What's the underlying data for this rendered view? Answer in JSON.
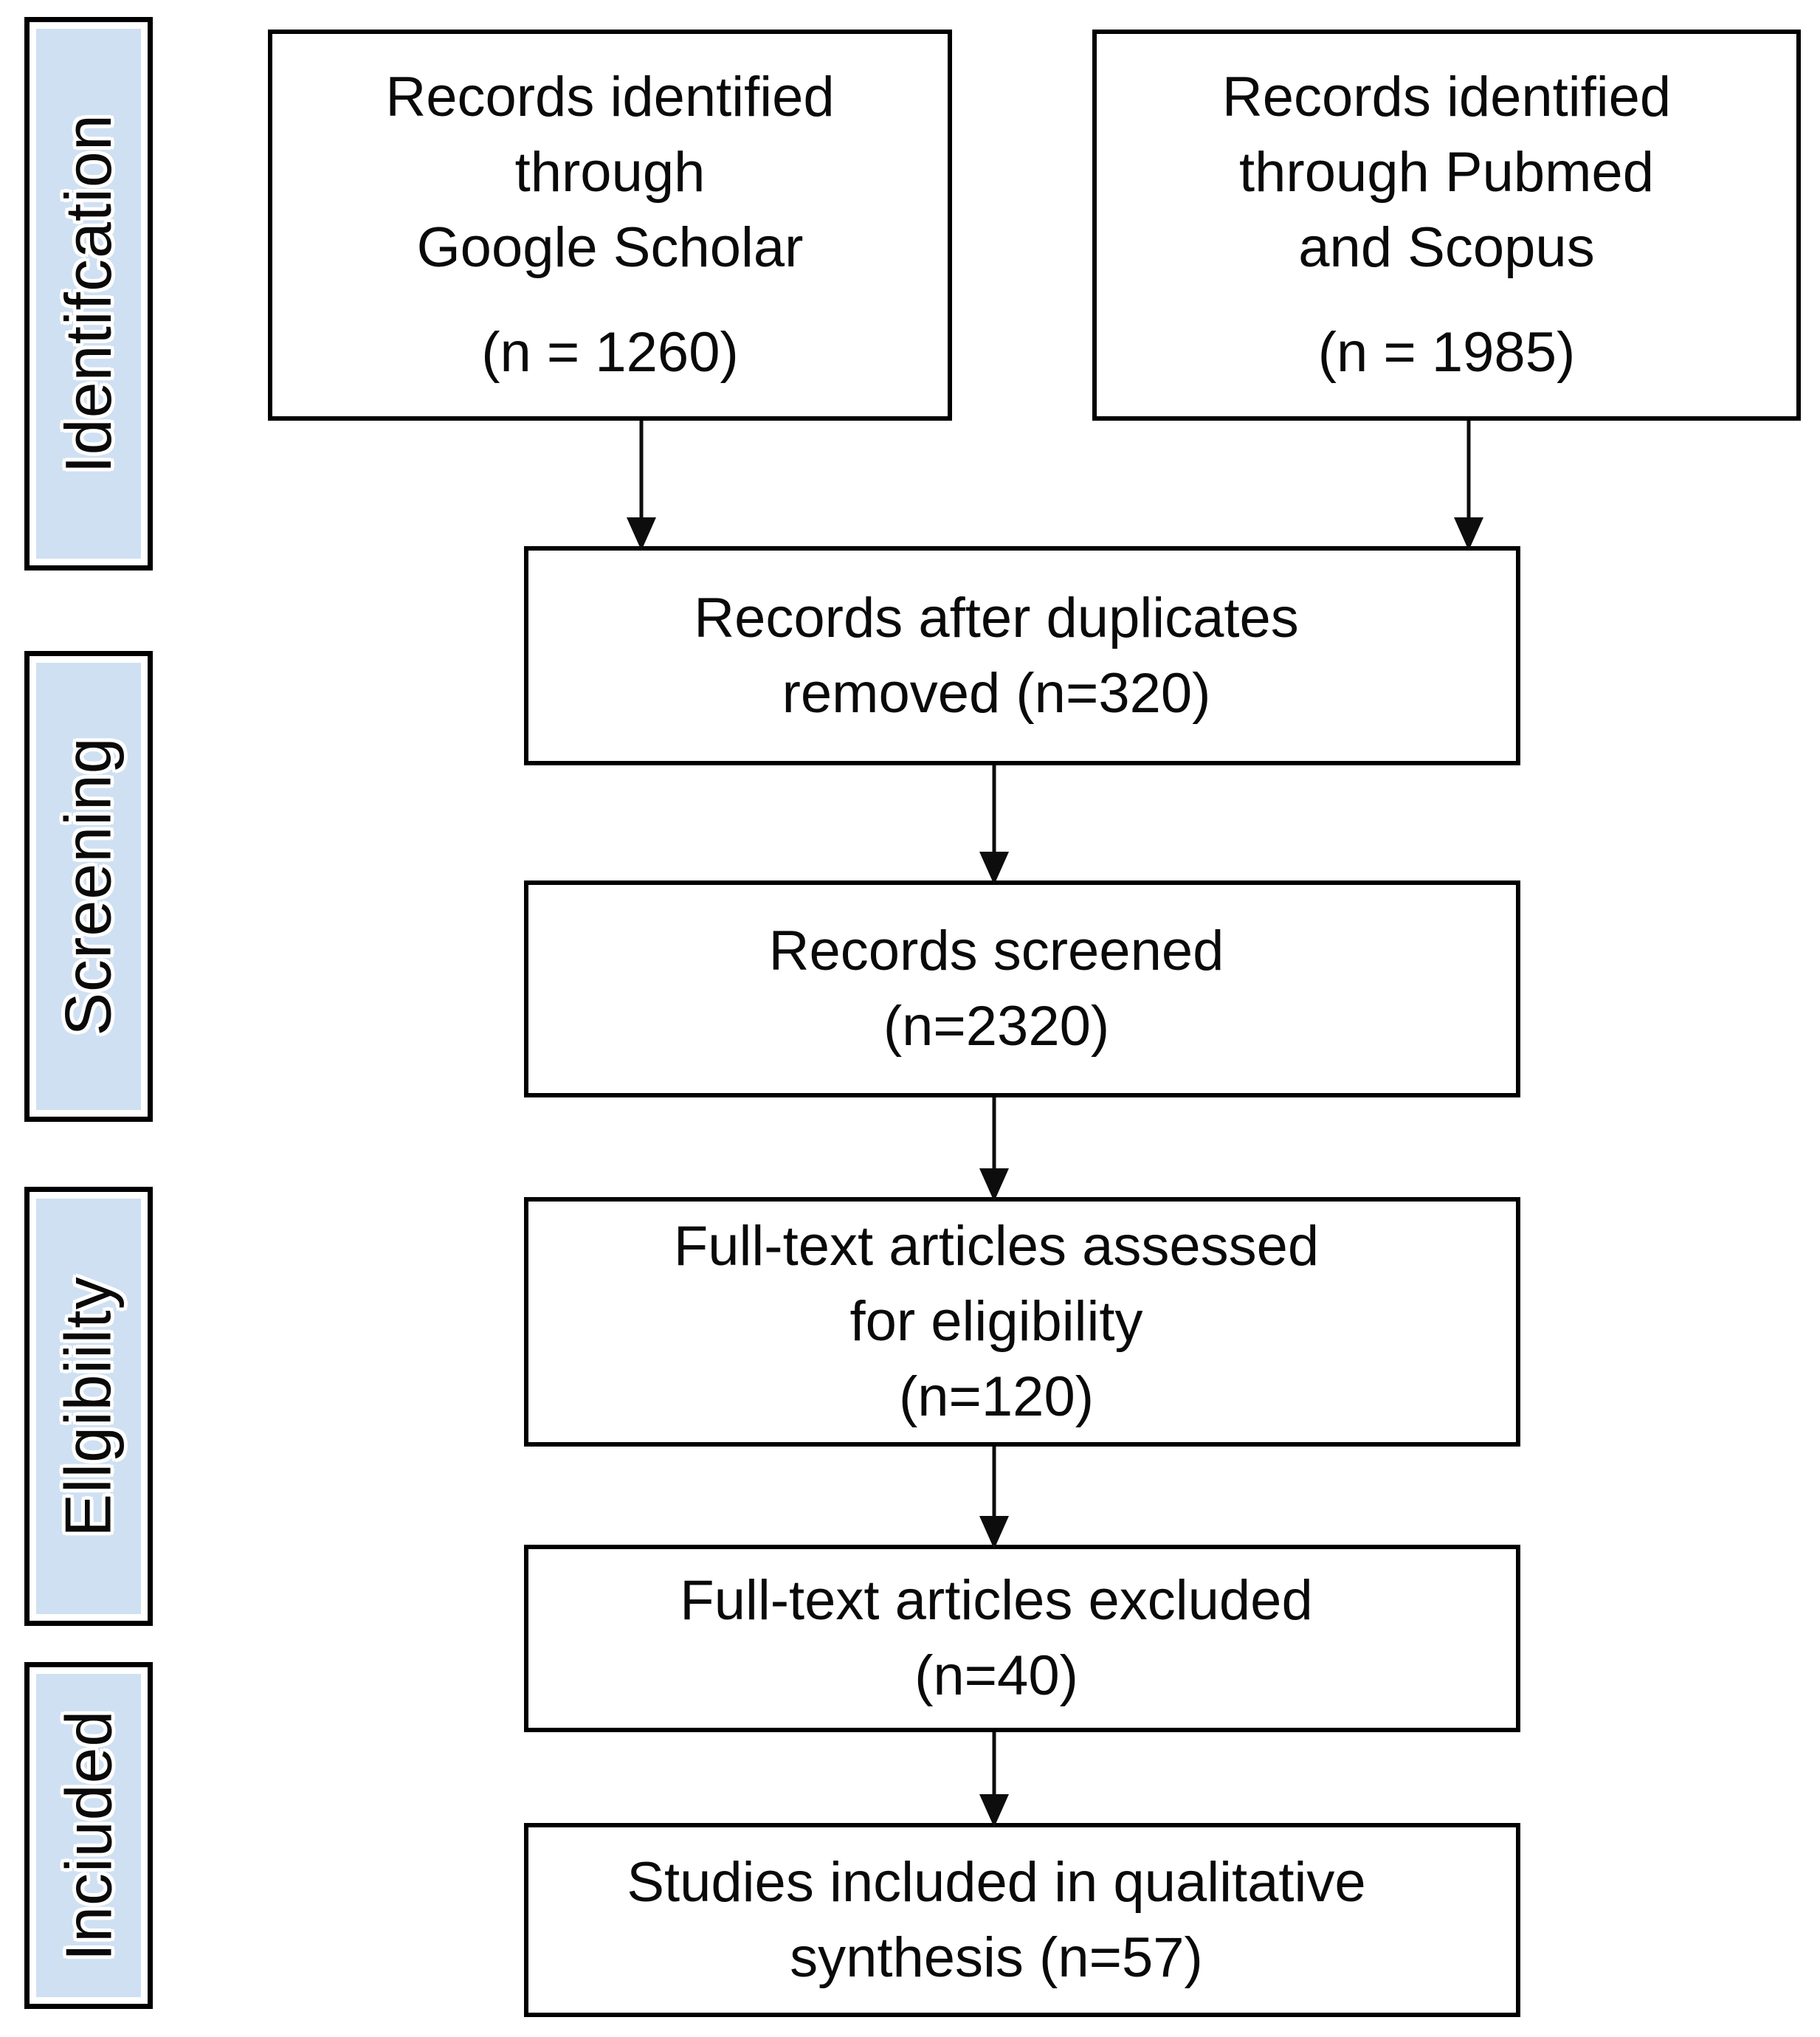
{
  "colors": {
    "background": "#ffffff",
    "stage_fill": "#cfe0f2",
    "stage_border": "#000000",
    "box_fill": "#ffffff",
    "box_border": "#000000",
    "arrow": "#0d0d0d",
    "text": "#0a0a0a"
  },
  "sidebar": {
    "stages": [
      {
        "label": "Identifcation"
      },
      {
        "label": "Screening"
      },
      {
        "label": "Ellgibiilty"
      },
      {
        "label": "Inciuded"
      }
    ]
  },
  "flow": {
    "source_left": {
      "lines": [
        "Records identified",
        "through",
        "Google Scholar"
      ],
      "count": "(n = 1260)"
    },
    "source_right": {
      "lines": [
        "Records identified",
        "through Pubmed",
        "and Scopus"
      ],
      "count": "(n = 1985)"
    },
    "duplicates_removed": {
      "lines": [
        "Records after duplicates",
        "removed (n=320)"
      ]
    },
    "records_screened": {
      "lines": [
        "Records screened",
        "(n=2320)"
      ]
    },
    "fulltext_assessed": {
      "lines": [
        "Full-text articles assessed",
        "for eligibility",
        "(n=120)"
      ]
    },
    "fulltext_excluded": {
      "lines": [
        "Full-text articles excluded",
        "(n=40)"
      ]
    },
    "studies_included": {
      "lines": [
        "Studies included in qualitative",
        "synthesis (n=57)"
      ]
    }
  }
}
